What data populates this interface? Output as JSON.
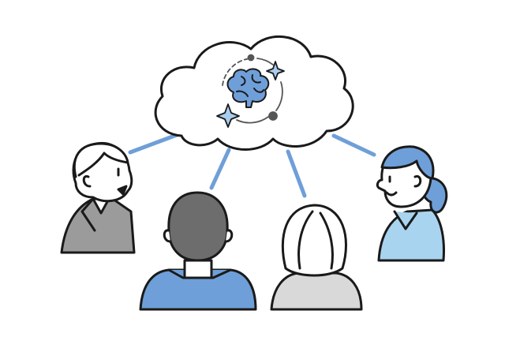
{
  "colors": {
    "background": "#ffffff",
    "outline": "#1a1a1a",
    "connector": "#6f9fd8",
    "brain": "#6f9fd8",
    "sparkle": "#a9cdef",
    "orbit": "#555555",
    "blue_shirt": "#6f9fd8",
    "light_blue_shirt": "#a9d4ef",
    "dark_hair": "#6d6d6d",
    "gray_suit": "#9b9b9b",
    "light_gray": "#d9d9d9"
  },
  "scene": {
    "thought_cloud": {
      "icon": "brain-icon",
      "accents": [
        "sparkle-icon",
        "orbit-ring"
      ]
    },
    "people": [
      {
        "id": "man-left",
        "description_icon": "man-in-suit-icon"
      },
      {
        "id": "man-back",
        "description_icon": "man-back-view-icon"
      },
      {
        "id": "woman-back",
        "description_icon": "woman-back-view-icon"
      },
      {
        "id": "woman-right",
        "description_icon": "woman-ponytail-icon"
      }
    ]
  }
}
